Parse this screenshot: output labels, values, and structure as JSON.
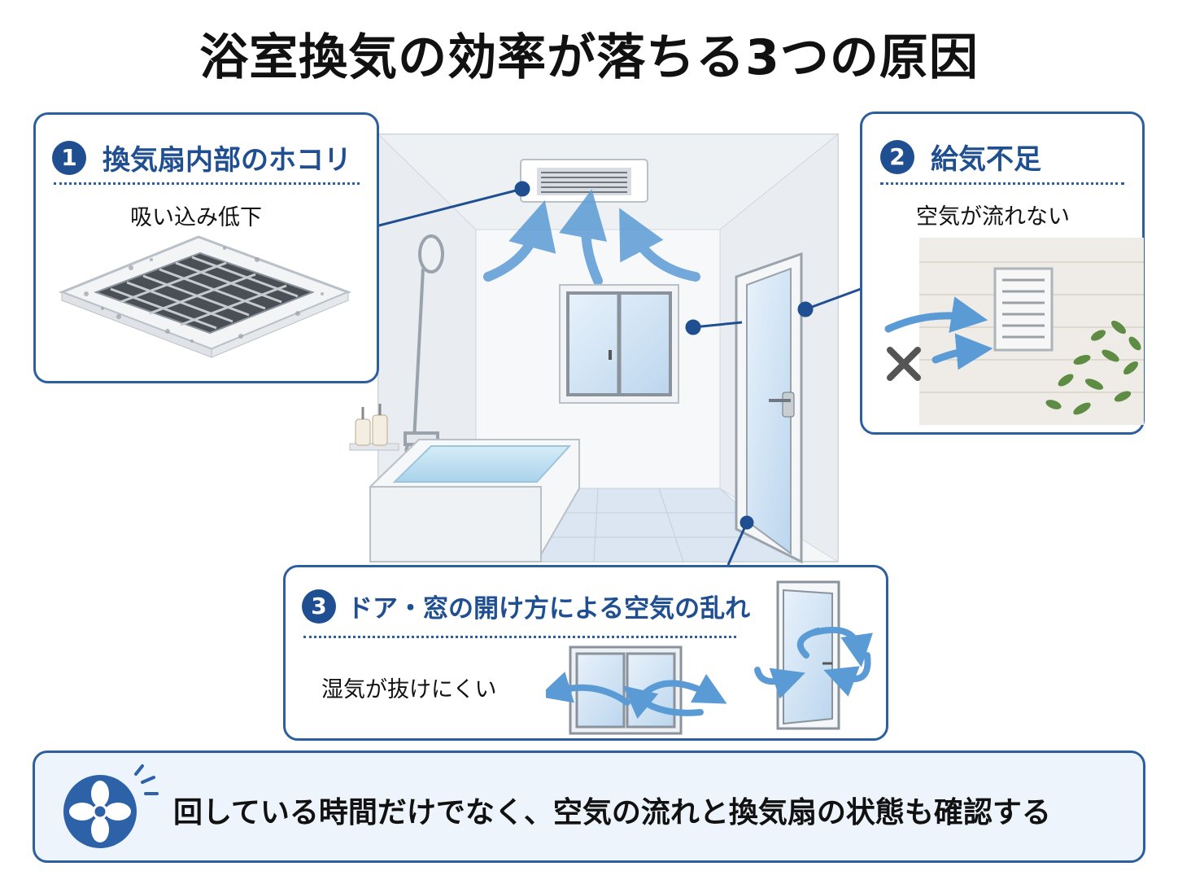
{
  "title": "浴室換気の効率が落ちる3つの原因",
  "causes": [
    {
      "number": "1",
      "heading": "換気扇内部のホコリ",
      "effect": "吸い込み低下"
    },
    {
      "number": "2",
      "heading": "給気不足",
      "effect": "空気が流れない"
    },
    {
      "number": "3",
      "heading": "ドア・窓の開け方による空気の乱れ",
      "effect": "湿気が抜けにくい"
    }
  ],
  "summary": {
    "icon": "fan-icon",
    "text": "回している時間だけでなく、空気の流れと換気扇の状態も確認する"
  },
  "colors": {
    "accent": "#1f4f91",
    "border": "#2d5f9e",
    "airflow": "#5b9bd5",
    "summary_bg": "#eef4fb"
  }
}
